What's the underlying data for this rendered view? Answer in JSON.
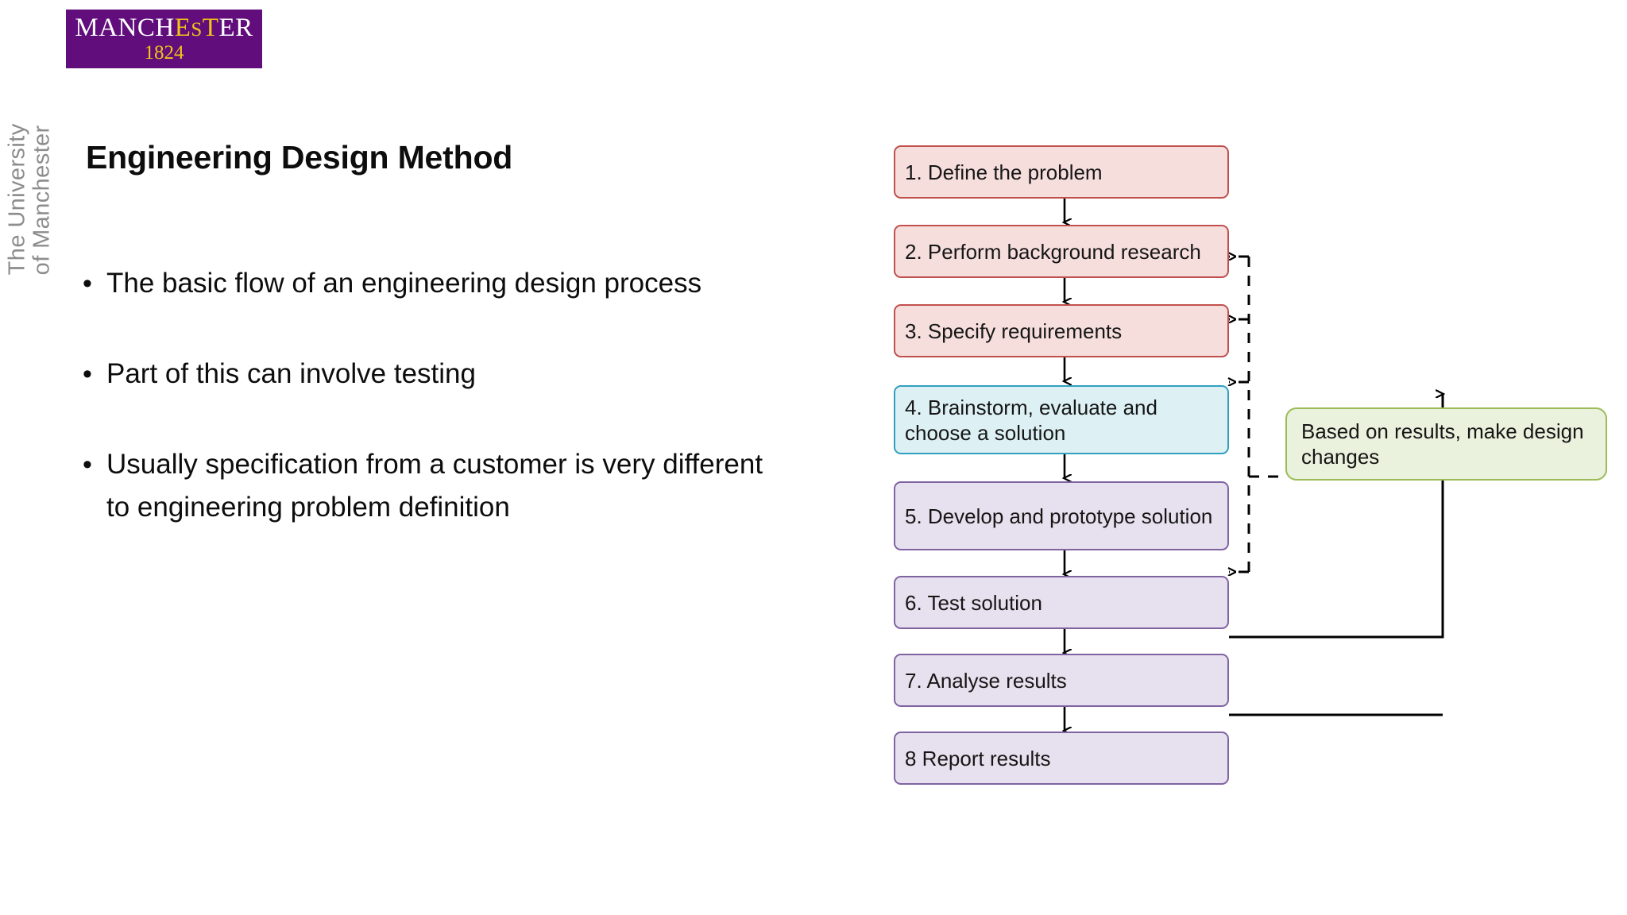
{
  "branding": {
    "logo": {
      "word_part1": "MANCH",
      "word_gold1": "E",
      "word_gold_small": "S",
      "word_part2": "T",
      "word_gold2": "T",
      "word_part3": "ER",
      "wordmark_full": "MANCHESTER",
      "year": "1824",
      "bg_color": "#610e7c",
      "gold_color": "#f0c419"
    },
    "vertical_text": "The University\nof Manchester",
    "vertical_text_color": "#8d8d8d"
  },
  "slide": {
    "title": "Engineering Design Method",
    "bullet_glyph": "•",
    "bullets": [
      "The basic flow of an engineering design process",
      "Part of this can involve testing",
      "Usually specification from a customer is very different to engineering problem definition"
    ]
  },
  "flowchart": {
    "steps": [
      {
        "label": "1. Define the problem",
        "fill": "#f6dedd",
        "border": "#c0504d",
        "text_color": "#161616"
      },
      {
        "label": "2. Perform background research",
        "fill": "#f6dedd",
        "border": "#c0504d",
        "text_color": "#161616"
      },
      {
        "label": "3. Specify requirements",
        "fill": "#f6dedd",
        "border": "#c0504d",
        "text_color": "#161616"
      },
      {
        "label": "4. Brainstorm, evaluate and choose a solution",
        "fill": "#ddf1f5",
        "border": "#31a0bd",
        "text_color": "#161616"
      },
      {
        "label": "5. Develop and prototype solution",
        "fill": "#e7e0ee",
        "border": "#8064a2",
        "text_color": "#161616"
      },
      {
        "label": "6. Test solution",
        "fill": "#e7e0ee",
        "border": "#8064a2",
        "text_color": "#161616"
      },
      {
        "label": "7. Analyse results",
        "fill": "#e7e0ee",
        "border": "#8064a2",
        "text_color": "#161616"
      },
      {
        "label": "8 Report results",
        "fill": "#e7e0ee",
        "border": "#8064a2",
        "text_color": "#161616"
      }
    ],
    "callout": {
      "label": "Based on results, make design changes",
      "fill": "#eaf1dd",
      "border": "#9bbb59",
      "text_color": "#161616"
    },
    "connector_color": "#000000",
    "feedback_targets": [
      "3. Specify requirements",
      "4. Brainstorm, evaluate and choose a solution",
      "5. Develop and prototype solution",
      "6. Test solution"
    ],
    "feedback_sources": [
      "7. Analyse results",
      "8 Report results"
    ]
  }
}
